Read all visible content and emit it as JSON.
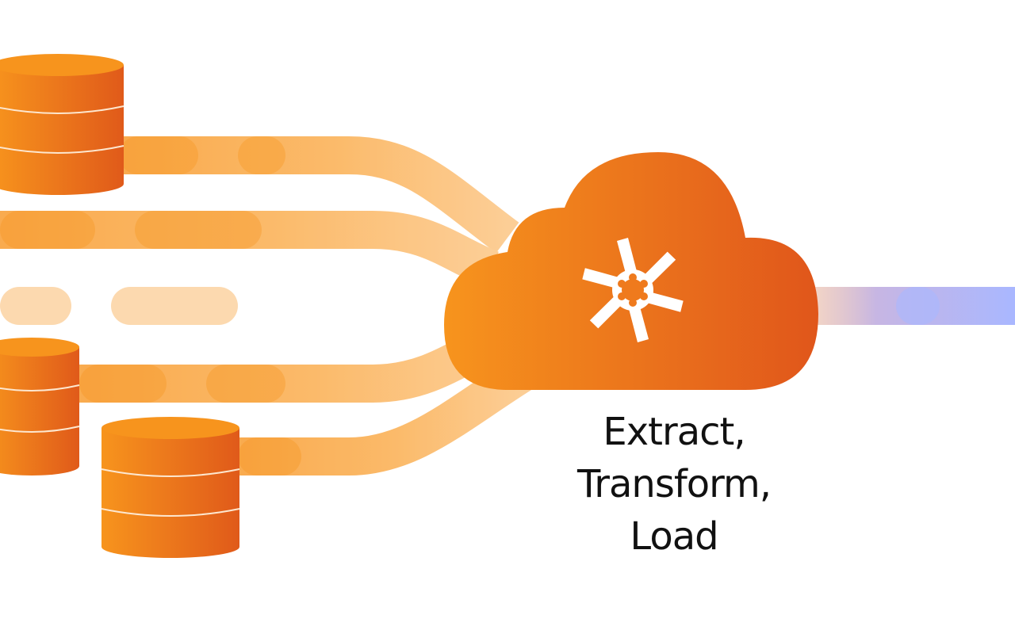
{
  "caption": {
    "line1": "Extract,",
    "line2": "Transform,",
    "line3": "Load"
  },
  "colors": {
    "orange_light": "#f7941d",
    "orange_dark": "#e05a1a",
    "pipe": "#f9a23c",
    "output_pipe": "#a9b7ff",
    "text": "#111111"
  },
  "icons": {
    "source_databases": "database-icon",
    "hub": "cloud-icon",
    "hub_logo": "pinwheel-icon"
  }
}
